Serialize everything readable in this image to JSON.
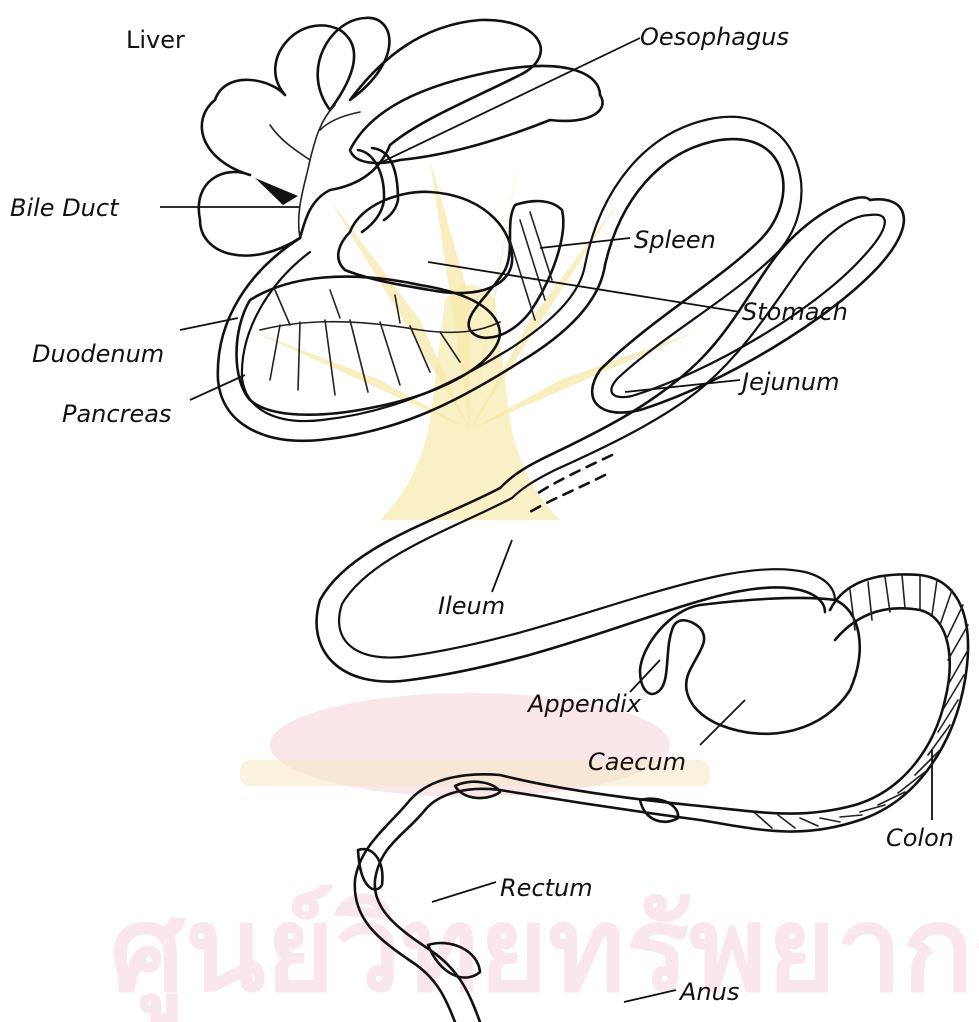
{
  "labels": {
    "liver": "Liver",
    "oesophagus": "Oesophagus",
    "bile_duct": "Bile Duct",
    "spleen": "Spleen",
    "stomach": "Stomach",
    "duodenum": "Duodenum",
    "pancreas": "Pancreas",
    "jejunum": "Jejunum",
    "ileum": "Ileum",
    "appendix": "Appendix",
    "caecum": "Caecum",
    "colon": "Colon",
    "rectum": "Rectum",
    "anus": "Anus"
  },
  "watermark": {
    "text": "ศูนย์วิทยทรัพยากร",
    "emblem_color": "#f2d86a",
    "band_color": "#f6c6cf",
    "text_color": "#f6d3db"
  }
}
